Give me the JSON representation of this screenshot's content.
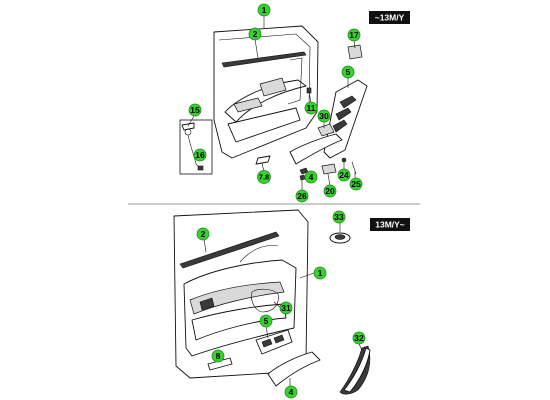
{
  "sections": [
    {
      "id": "upper",
      "tag": "~13M/Y",
      "callouts": [
        "1",
        "2",
        "17",
        "5",
        "11",
        "15",
        "16",
        "30",
        "7.8",
        "4",
        "20",
        "24",
        "25",
        "26"
      ]
    },
    {
      "id": "lower",
      "tag": "13M/Y~",
      "callouts": [
        "33",
        "2",
        "1",
        "31",
        "5",
        "8",
        "32",
        "4"
      ]
    }
  ],
  "colors": {
    "callout_fill": "#38d12f",
    "tag_background": "#111111",
    "tag_text": "#ffffff",
    "line": "#111111"
  }
}
